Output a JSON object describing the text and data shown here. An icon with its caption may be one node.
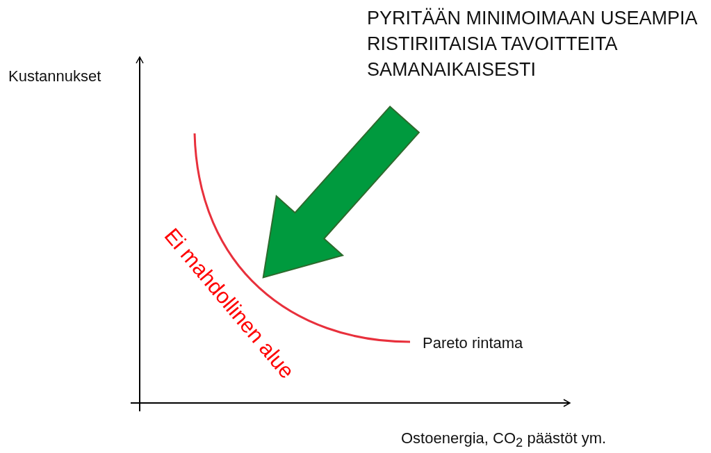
{
  "diagram": {
    "labels": [
      "PYRITÄÄN MINIMOIMAAN USEAMPIA RISTIRIITAISIA TAVOITTEITA SAMANAIKAISESTI",
      "Kustannukset",
      "Ei mahdollinen alue",
      "Pareto rintama",
      "Ostoenergia, CO$_{2}$ päästöt ym."
    ]
  }
}
